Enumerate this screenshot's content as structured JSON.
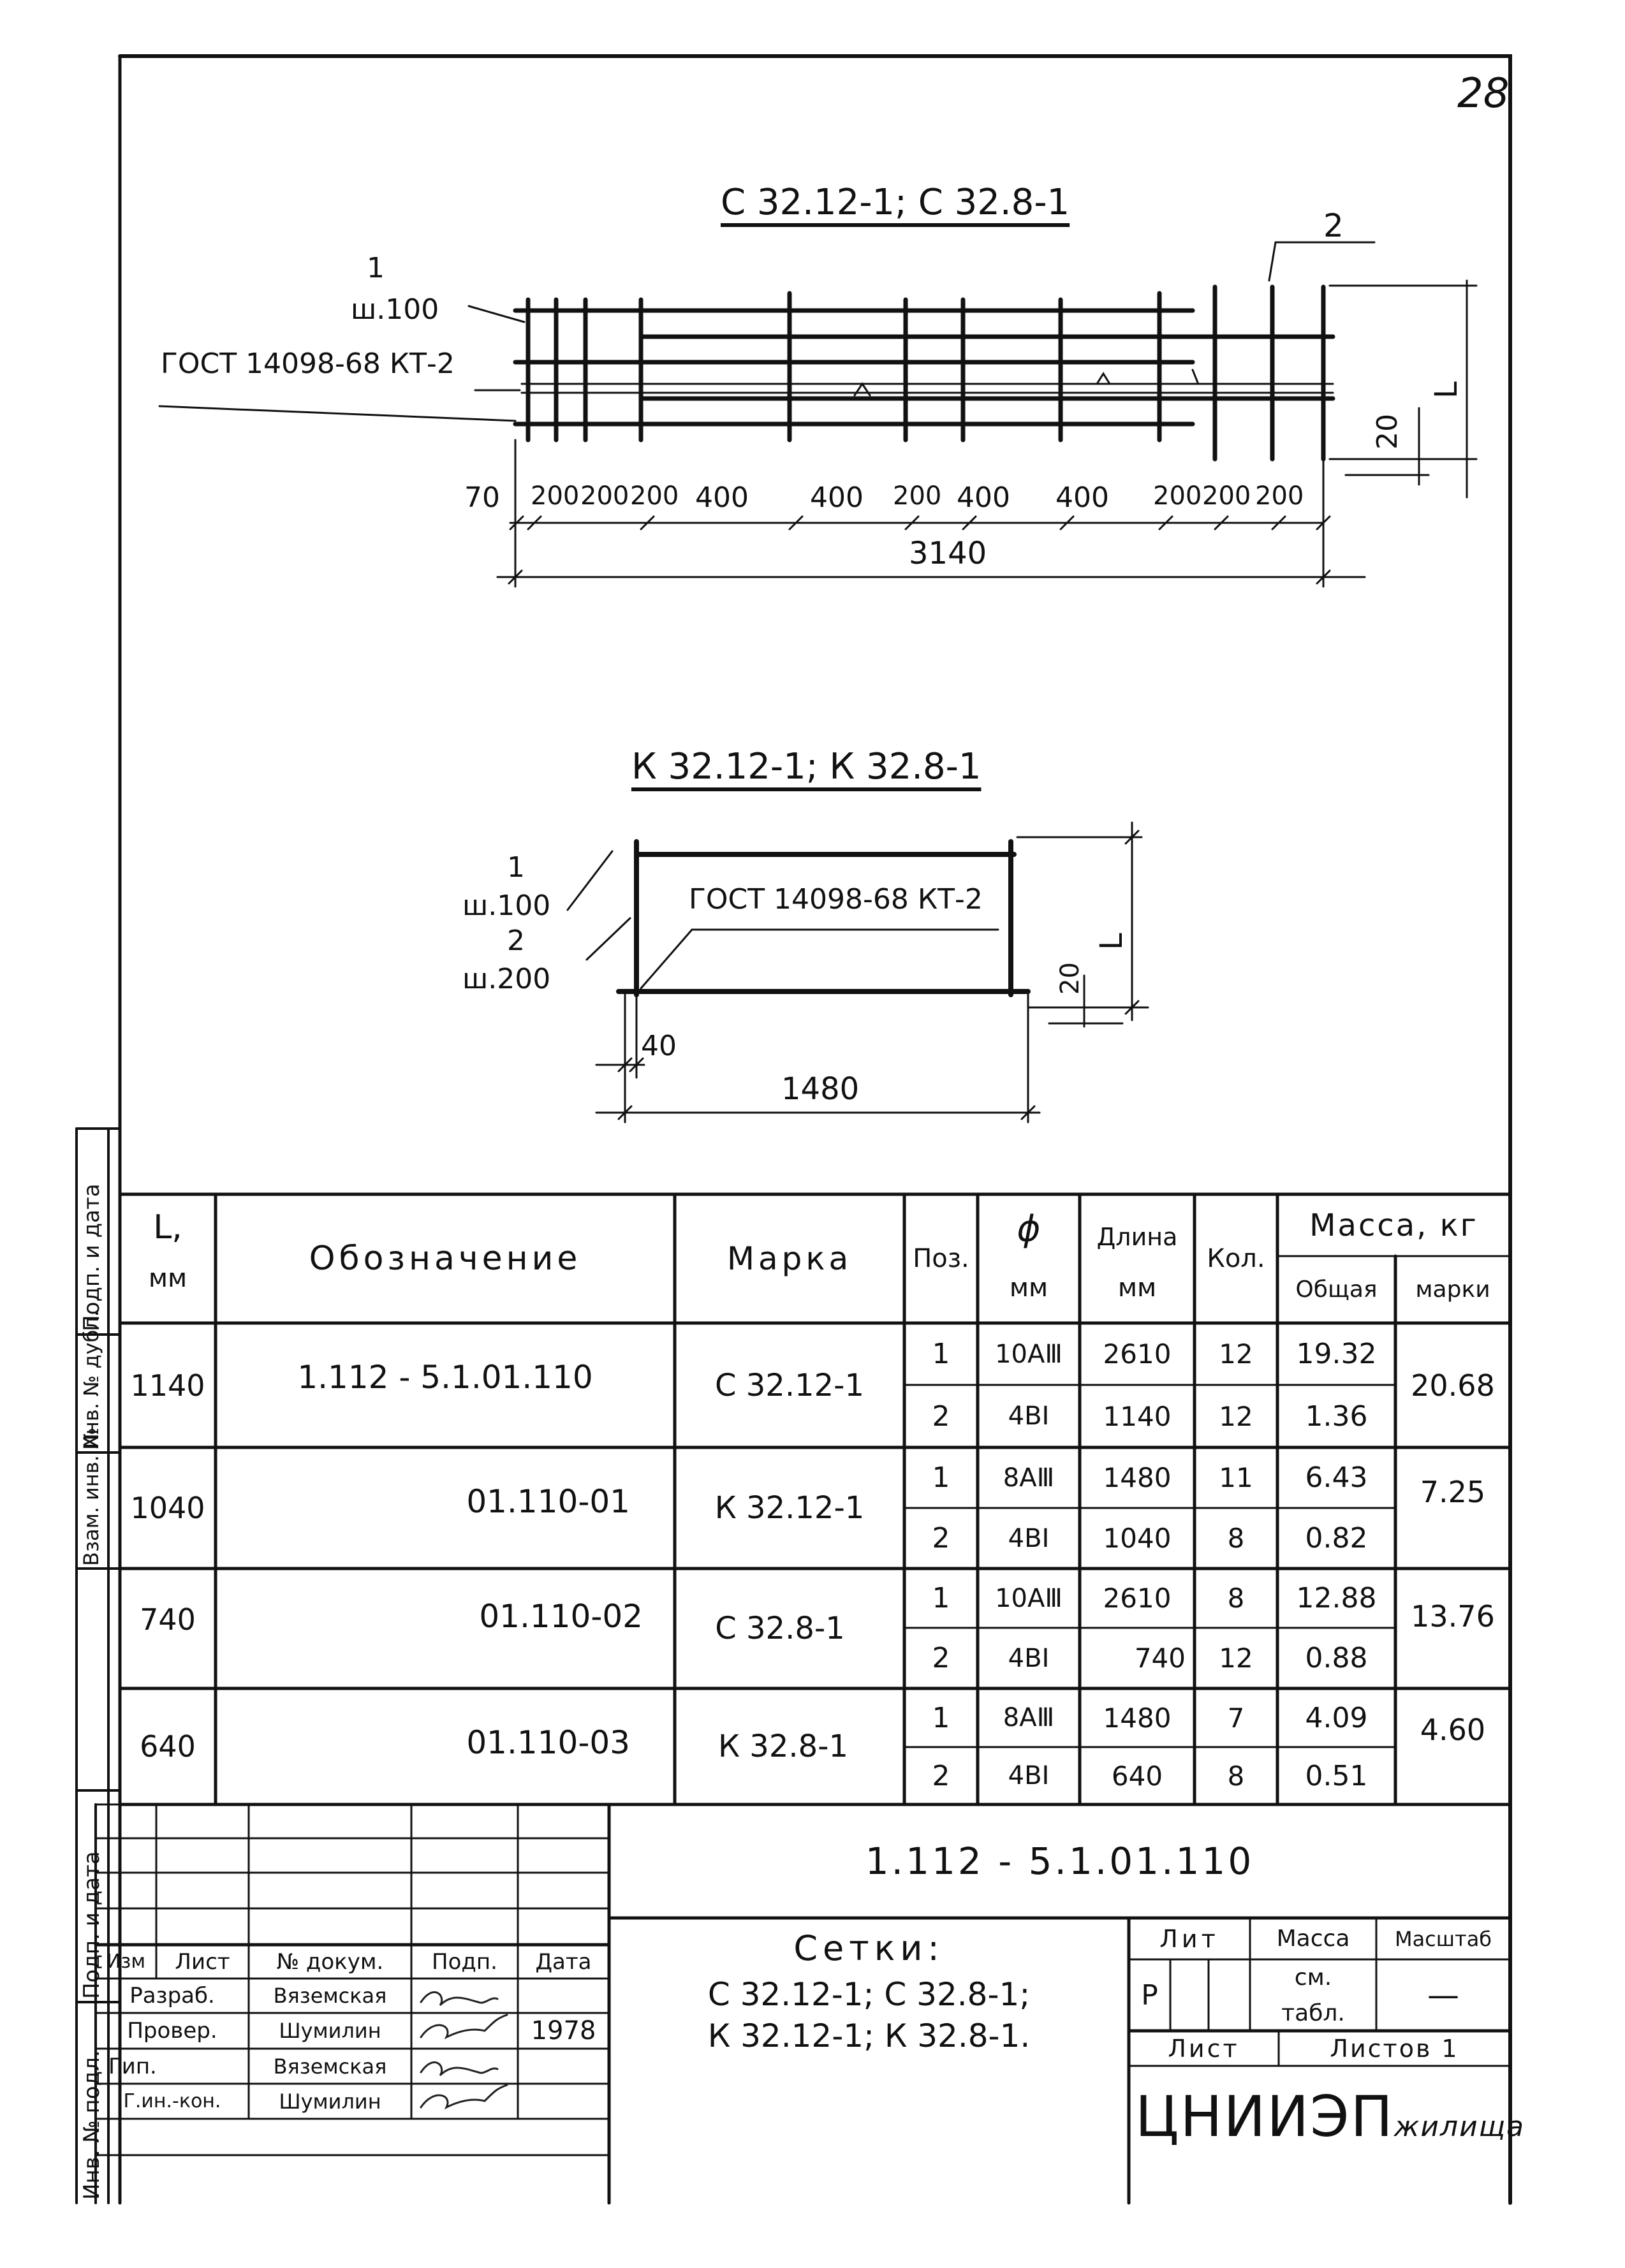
{
  "page_number": "28",
  "drawing1": {
    "title": "С 32.12-1; С 32.8-1",
    "callout1_pos": "1",
    "callout1_step": "ш.100",
    "gost": "ГОСТ 14098-68 КТ-2",
    "callout2_pos": "2",
    "dim_L": "L",
    "dim_20": "20",
    "dims": [
      "70",
      "200",
      "200",
      "200",
      "400",
      "400",
      "200",
      "400",
      "400",
      "200",
      "200",
      "200"
    ],
    "total": "3140"
  },
  "drawing2": {
    "title": "К 32.12-1; К 32.8-1",
    "callout1_pos": "1",
    "callout1_step": "ш.100",
    "callout2_pos": "2",
    "callout2_step": "ш.200",
    "gost": "ГОСТ 14098-68 КТ-2",
    "dim_L": "L",
    "dim_20": "20",
    "dim_40": "40",
    "total": "1480"
  },
  "side_stamp": {
    "top_labels": [
      "Подп. и дата",
      "Инв. № дубл.",
      "Взам. инв. №"
    ],
    "bottom_labels": [
      "Подп. и дата",
      "Инв. № подл."
    ]
  },
  "table": {
    "headers": {
      "L": "L,",
      "L_unit": "мм",
      "designation": "Обозначение",
      "mark": "Марка",
      "pos": "Поз.",
      "phi": "ϕ",
      "phi_unit": "мм",
      "length": "Длина",
      "length_unit": "мм",
      "qty": "Кол.",
      "mass": "Масса, кг",
      "mass_total": "Общая",
      "mass_mark": "марки"
    },
    "rows": [
      {
        "L": "1140",
        "designation": "1.112 - 5.1.01.110",
        "mark": "С 32.12-1",
        "mass_mark": "20.68",
        "items": [
          {
            "pos": "1",
            "phi": "10АⅢ",
            "length": "2610",
            "qty": "12",
            "mass": "19.32"
          },
          {
            "pos": "2",
            "phi": "4ВⅠ",
            "length": "1140",
            "qty": "12",
            "mass": "1.36"
          }
        ]
      },
      {
        "L": "1040",
        "designation": "01.110-01",
        "mark": "К 32.12-1",
        "mass_mark": "7.25",
        "items": [
          {
            "pos": "1",
            "phi": "8АⅢ",
            "length": "1480",
            "qty": "11",
            "mass": "6.43"
          },
          {
            "pos": "2",
            "phi": "4ВⅠ",
            "length": "1040",
            "qty": "8",
            "mass": "0.82"
          }
        ]
      },
      {
        "L": "740",
        "designation": "01.110-02",
        "mark": "С 32.8-1",
        "mass_mark": "13.76",
        "items": [
          {
            "pos": "1",
            "phi": "10АⅢ",
            "length": "2610",
            "qty": "8",
            "mass": "12.88"
          },
          {
            "pos": "2",
            "phi": "4ВⅠ",
            "length": "740",
            "qty": "12",
            "mass": "0.88"
          }
        ]
      },
      {
        "L": "640",
        "designation": "01.110-03",
        "mark": "К 32.8-1",
        "mass_mark": "4.60",
        "items": [
          {
            "pos": "1",
            "phi": "8АⅢ",
            "length": "1480",
            "qty": "7",
            "mass": "4.09"
          },
          {
            "pos": "2",
            "phi": "4ВⅠ",
            "length": "640",
            "qty": "8",
            "mass": "0.51"
          }
        ]
      }
    ]
  },
  "title_block": {
    "doc_number": "1.112 - 5.1.01.110",
    "col_headers": [
      "Изм",
      "Лист",
      "№ докум.",
      "Подп.",
      "Дата"
    ],
    "people": [
      {
        "role": "Разраб.",
        "name": "Вяземская",
        "date": ""
      },
      {
        "role": "Провер.",
        "name": "Шумилин",
        "date": "1978"
      },
      {
        "role": "Гип.",
        "name": "Вяземская",
        "date": ""
      },
      {
        "role": "Г.ин.-кон.",
        "name": "Шумилин",
        "date": ""
      }
    ],
    "name_line1": "Сетки:",
    "name_line2": "С 32.12-1; С 32.8-1;",
    "name_line3": "К 32.12-1; К 32.8-1.",
    "lit_label": "Лит",
    "mass_label": "Масса",
    "scale_label": "Масштаб",
    "lit_value": "Р",
    "mass_value1": "см.",
    "mass_value2": "табл.",
    "scale_value": "—",
    "sheet_label": "Лист",
    "sheets_label": "Листов 1",
    "org": "ЦНИИЭП",
    "org_suffix": "жилища"
  }
}
